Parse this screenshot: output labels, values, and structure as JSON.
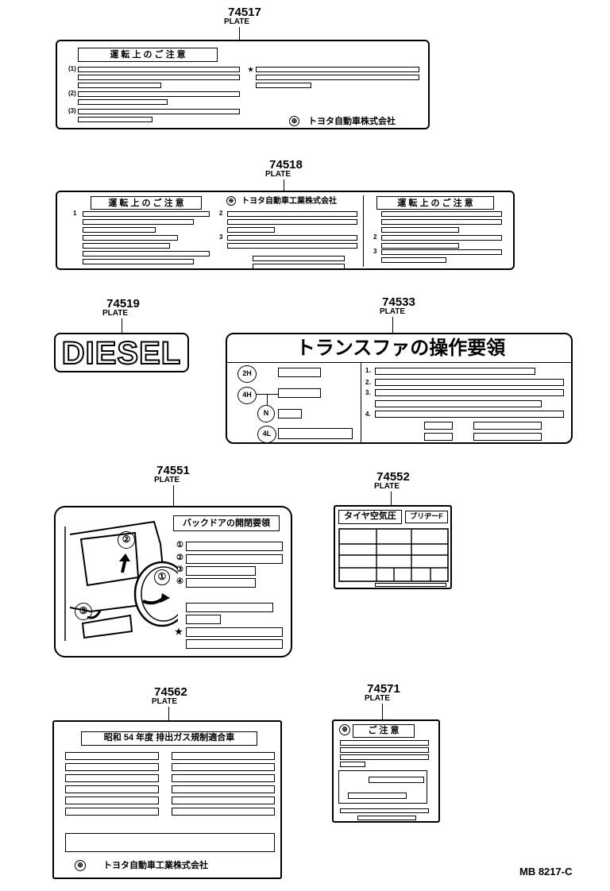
{
  "parts": [
    {
      "id": "p74517",
      "number": "74517",
      "label": "PLATE"
    },
    {
      "id": "p74518",
      "number": "74518",
      "label": "PLATE"
    },
    {
      "id": "p74519",
      "number": "74519",
      "label": "PLATE"
    },
    {
      "id": "p74533",
      "number": "74533",
      "label": "PLATE"
    },
    {
      "id": "p74551",
      "number": "74551",
      "label": "PLATE"
    },
    {
      "id": "p74552",
      "number": "74552",
      "label": "PLATE"
    },
    {
      "id": "p74562",
      "number": "74562",
      "label": "PLATE"
    },
    {
      "id": "p74571",
      "number": "74571",
      "label": "PLATE"
    }
  ],
  "plate74517": {
    "heading": "運 転 上 の ご 注 意",
    "markers": [
      "(1)",
      "(2)",
      "(3)",
      "★"
    ],
    "company": "トヨタ自動車株式会社"
  },
  "plate74518": {
    "heading_left": "運 転 上 の ご 注 意",
    "heading_right": "運 転 上 の ご 注 意",
    "company": "トヨタ自動車工業株式会社",
    "markers": [
      "1",
      "2",
      "3",
      "2",
      "3"
    ]
  },
  "plate74519": {
    "text": "DIESEL"
  },
  "plate74533": {
    "title": "トランスファの操作要領",
    "positions": [
      "2H",
      "4H",
      "N",
      "4L"
    ],
    "steps": [
      "1.",
      "2.",
      "3.",
      "4."
    ]
  },
  "plate74551": {
    "heading": "バックドアの開閉要領",
    "steps": [
      "①",
      "②",
      "③",
      "④",
      "★"
    ],
    "diagram_labels": [
      "②",
      "①",
      "③"
    ]
  },
  "plate74552": {
    "heading": "タイヤ空気圧",
    "tag": "ブリヂーF"
  },
  "plate74562": {
    "heading": "昭和 54 年度 排出ガス規制適合車",
    "company": "トヨタ自動車工業株式会社"
  },
  "plate74571": {
    "heading": "ご 注 意"
  },
  "reference": "MB 8217-C"
}
